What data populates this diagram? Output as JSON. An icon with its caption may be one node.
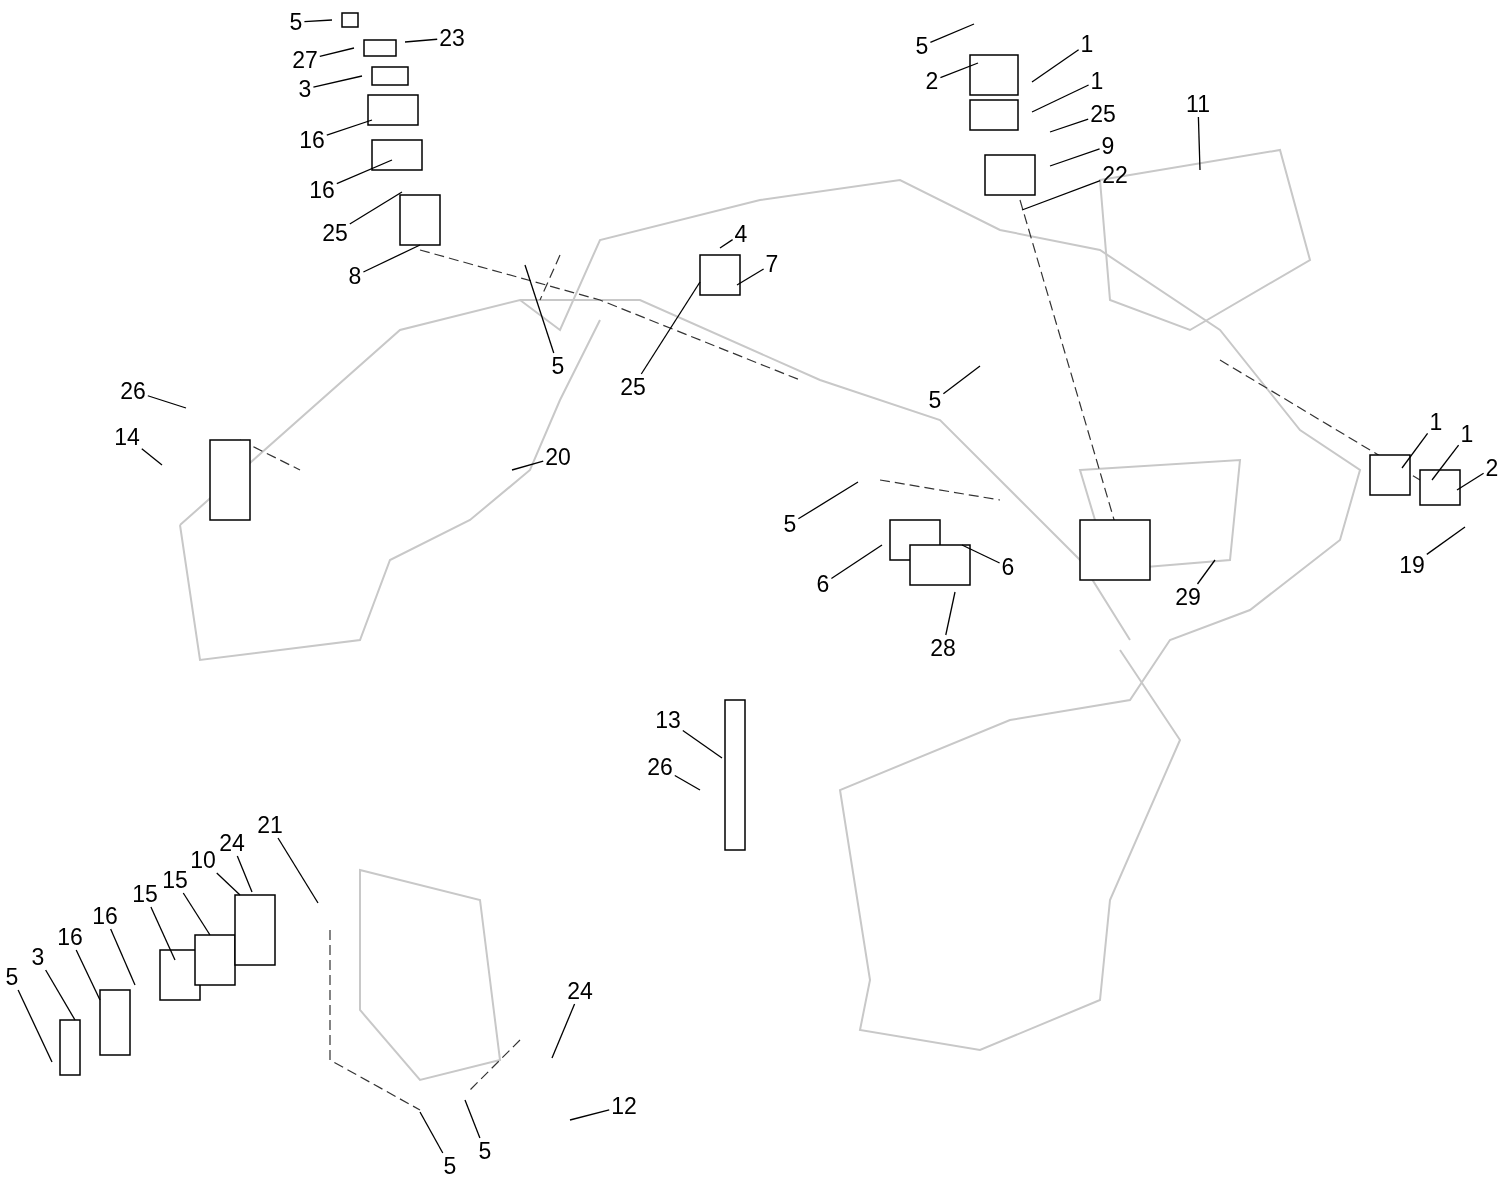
{
  "diagram": {
    "nodes": [
      {
        "text": [
          "5"
        ]
      },
      {
        "text": [
          "27"
        ]
      },
      {
        "text": [
          "23"
        ]
      },
      {
        "text": [
          "3"
        ]
      },
      {
        "text": [
          "16"
        ]
      },
      {
        "text": [
          "16"
        ]
      },
      {
        "text": [
          "25"
        ]
      },
      {
        "text": [
          "8"
        ]
      },
      {
        "text": [
          "5"
        ]
      },
      {
        "text": [
          "26"
        ]
      },
      {
        "text": [
          "14"
        ]
      },
      {
        "text": [
          "20"
        ]
      },
      {
        "text": [
          "4"
        ]
      },
      {
        "text": [
          "7"
        ]
      },
      {
        "text": [
          "25"
        ]
      },
      {
        "text": [
          "5"
        ]
      },
      {
        "text": [
          "2"
        ]
      },
      {
        "text": [
          "1"
        ]
      },
      {
        "text": [
          "1"
        ]
      },
      {
        "text": [
          "25"
        ]
      },
      {
        "text": [
          "9"
        ]
      },
      {
        "text": [
          "22"
        ]
      },
      {
        "text": [
          "11"
        ]
      },
      {
        "text": [
          "5"
        ]
      },
      {
        "text": [
          "5"
        ]
      },
      {
        "text": [
          "6"
        ]
      },
      {
        "text": [
          "6"
        ]
      },
      {
        "text": [
          "28"
        ]
      },
      {
        "text": [
          "29"
        ]
      },
      {
        "text": [
          "1"
        ]
      },
      {
        "text": [
          "1"
        ]
      },
      {
        "text": [
          "2"
        ]
      },
      {
        "text": [
          "19"
        ]
      },
      {
        "text": [
          "13"
        ]
      },
      {
        "text": [
          "26"
        ]
      },
      {
        "text": [
          "21"
        ]
      },
      {
        "text": [
          "24"
        ]
      },
      {
        "text": [
          "10"
        ]
      },
      {
        "text": [
          "15"
        ]
      },
      {
        "text": [
          "15"
        ]
      },
      {
        "text": [
          "16"
        ]
      },
      {
        "text": [
          "16"
        ]
      },
      {
        "text": [
          "3"
        ]
      },
      {
        "text": [
          "5"
        ]
      },
      {
        "text": [
          "24"
        ]
      },
      {
        "text": [
          "12"
        ]
      },
      {
        "text": [
          "5"
        ]
      },
      {
        "text": [
          "5"
        ]
      }
    ],
    "edges": [
      {
        "from": 0,
        "to": null,
        "arrow": "none"
      },
      {
        "from": 1,
        "to": null,
        "arrow": "none"
      },
      {
        "from": 2,
        "to": null,
        "arrow": "none"
      },
      {
        "from": 3,
        "to": null,
        "arrow": "none"
      },
      {
        "from": 4,
        "to": null,
        "arrow": "none"
      },
      {
        "from": 5,
        "to": null,
        "arrow": "none"
      },
      {
        "from": 6,
        "to": null,
        "arrow": "none"
      },
      {
        "from": 7,
        "to": null,
        "arrow": "none"
      },
      {
        "from": 8,
        "to": null,
        "arrow": "none"
      },
      {
        "from": 9,
        "to": null,
        "arrow": "none"
      },
      {
        "from": 10,
        "to": null,
        "arrow": "none"
      },
      {
        "from": 11,
        "to": null,
        "arrow": "none"
      },
      {
        "from": 12,
        "to": null,
        "arrow": "none"
      },
      {
        "from": 13,
        "to": null,
        "arrow": "none"
      },
      {
        "from": 14,
        "to": null,
        "arrow": "none"
      },
      {
        "from": 15,
        "to": null,
        "arrow": "none"
      },
      {
        "from": 16,
        "to": null,
        "arrow": "none"
      },
      {
        "from": 17,
        "to": null,
        "arrow": "none"
      },
      {
        "from": 18,
        "to": null,
        "arrow": "none"
      },
      {
        "from": 19,
        "to": null,
        "arrow": "none"
      },
      {
        "from": 20,
        "to": null,
        "arrow": "none"
      },
      {
        "from": 21,
        "to": null,
        "arrow": "none"
      },
      {
        "from": 22,
        "to": null,
        "arrow": "none"
      },
      {
        "from": 23,
        "to": null,
        "arrow": "none"
      },
      {
        "from": 24,
        "to": null,
        "arrow": "none"
      },
      {
        "from": 25,
        "to": null,
        "arrow": "none"
      },
      {
        "from": 26,
        "to": null,
        "arrow": "none"
      },
      {
        "from": 27,
        "to": null,
        "arrow": "none"
      },
      {
        "from": 28,
        "to": null,
        "arrow": "none"
      },
      {
        "from": 29,
        "to": null,
        "arrow": "none"
      },
      {
        "from": 30,
        "to": null,
        "arrow": "none"
      },
      {
        "from": 31,
        "to": null,
        "arrow": "none"
      },
      {
        "from": 32,
        "to": null,
        "arrow": "none"
      },
      {
        "from": 33,
        "to": null,
        "arrow": "none"
      },
      {
        "from": 34,
        "to": null,
        "arrow": "none"
      },
      {
        "from": 35,
        "to": null,
        "arrow": "none"
      },
      {
        "from": 36,
        "to": null,
        "arrow": "none"
      },
      {
        "from": 37,
        "to": null,
        "arrow": "none"
      },
      {
        "from": 38,
        "to": null,
        "arrow": "none"
      },
      {
        "from": 39,
        "to": null,
        "arrow": "none"
      },
      {
        "from": 40,
        "to": null,
        "arrow": "none"
      },
      {
        "from": 41,
        "to": null,
        "arrow": "none"
      },
      {
        "from": 42,
        "to": null,
        "arrow": "none"
      },
      {
        "from": 43,
        "to": null,
        "arrow": "none"
      },
      {
        "from": 44,
        "to": null,
        "arrow": "none"
      },
      {
        "from": 45,
        "to": null,
        "arrow": "none"
      },
      {
        "from": 46,
        "to": null,
        "arrow": "none"
      },
      {
        "from": 47,
        "to": null,
        "arrow": "none"
      }
    ]
  }
}
